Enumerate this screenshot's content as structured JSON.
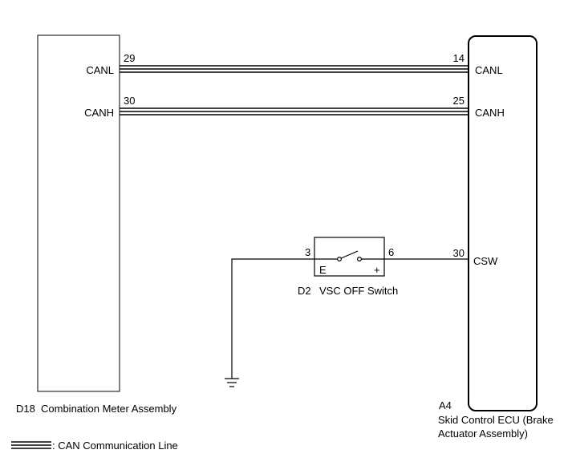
{
  "meter": {
    "ref": "D18",
    "name": "Combination Meter Assembly",
    "canl_label": "CANL",
    "canh_label": "CANH",
    "canl_pin": "29",
    "canh_pin": "30"
  },
  "ecu": {
    "ref": "A4",
    "name_line1": "Skid Control ECU (Brake",
    "name_line2": "Actuator Assembly)",
    "canl_label": "CANL",
    "canh_label": "CANH",
    "csw_label": "CSW",
    "canl_pin": "14",
    "canh_pin": "25",
    "csw_pin": "30"
  },
  "switch": {
    "ref": "D2",
    "name": "VSC OFF Switch",
    "pin_e": "3",
    "pin_plus": "6",
    "e_label": "E",
    "plus_label": "+"
  },
  "legend": {
    "text": ": CAN Communication Line"
  },
  "colors": {
    "line": "#000000",
    "background": "#ffffff"
  }
}
